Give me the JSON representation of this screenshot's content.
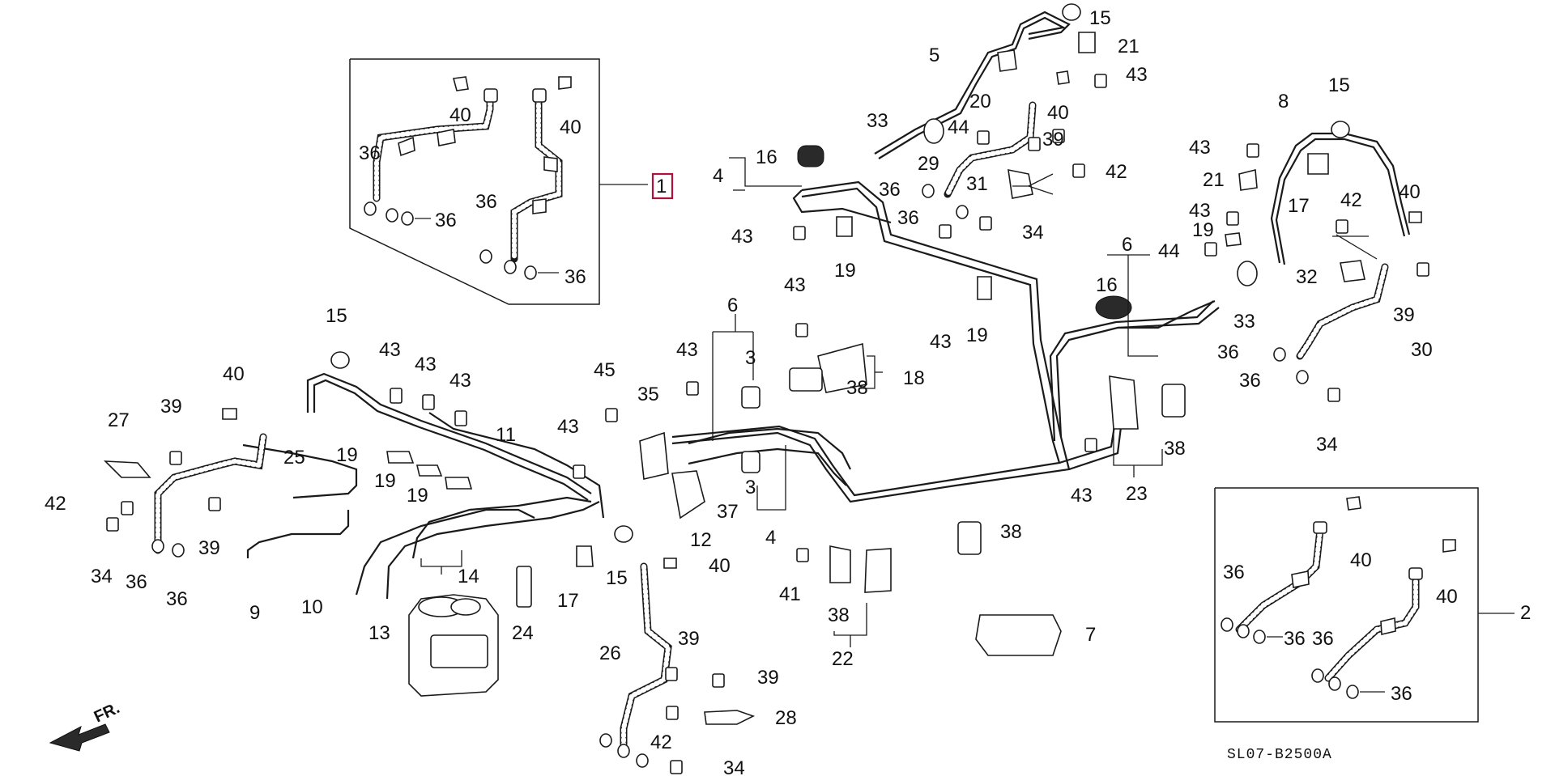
{
  "diagram": {
    "part_code": "SL07-B2500A",
    "direction_label": "FR.",
    "highlighted_part": "1",
    "callouts": [
      "1",
      "2",
      "3",
      "3",
      "4",
      "4",
      "5",
      "6",
      "6",
      "7",
      "8",
      "9",
      "10",
      "11",
      "12",
      "13",
      "14",
      "15",
      "15",
      "15",
      "15",
      "16",
      "16",
      "17",
      "17",
      "18",
      "19",
      "19",
      "19",
      "19",
      "19",
      "20",
      "21",
      "21",
      "22",
      "23",
      "24",
      "25",
      "26",
      "27",
      "28",
      "29",
      "30",
      "31",
      "32",
      "33",
      "33",
      "34",
      "34",
      "34",
      "34",
      "35",
      "36",
      "36",
      "36",
      "36",
      "36",
      "36",
      "36",
      "36",
      "36",
      "36",
      "36",
      "36",
      "36",
      "36",
      "37",
      "38",
      "38",
      "38",
      "38",
      "39",
      "39",
      "39",
      "39",
      "39",
      "39",
      "40",
      "40",
      "40",
      "40",
      "40",
      "40",
      "40",
      "40",
      "41",
      "42",
      "42",
      "42",
      "42",
      "43",
      "43",
      "43",
      "43",
      "43",
      "43",
      "43",
      "43",
      "43",
      "43",
      "43",
      "43",
      "44",
      "44",
      "45"
    ]
  }
}
